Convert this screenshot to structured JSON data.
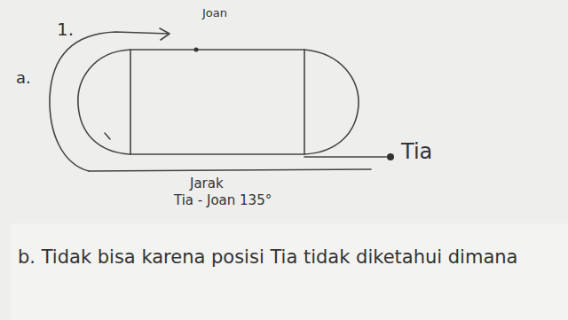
{
  "diagram": {
    "labels": [
      "1.",
      "a.",
      "Joan",
      "Tia",
      "Jarak",
      "Tia - Joan 135°",
      "b. Tidak bisa karena posisi Tia tidak diketahui dimana"
    ]
  }
}
